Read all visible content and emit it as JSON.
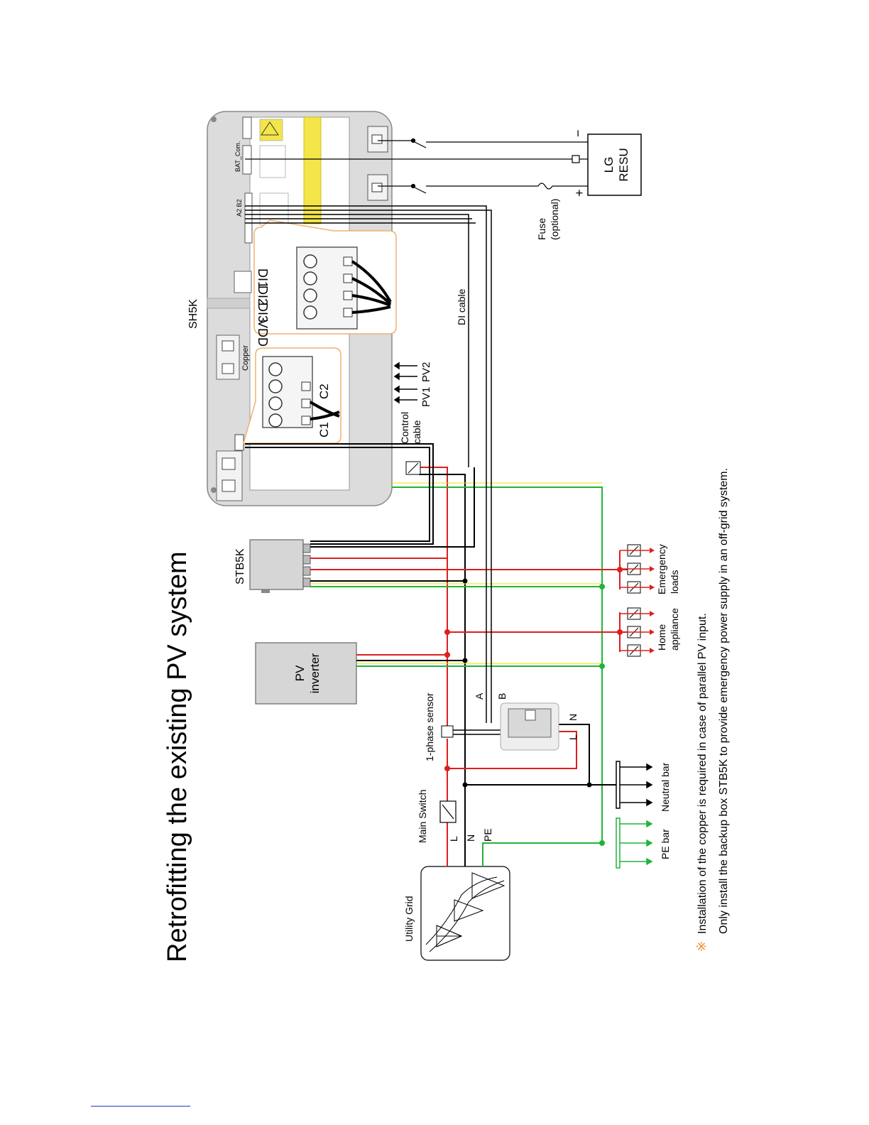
{
  "title": "Retrofitting the existing PV system",
  "labels": {
    "sh5k": "SH5K",
    "stb5k": "STB5K",
    "pv_inverter_l1": "PV",
    "pv_inverter_l2": "inverter",
    "utility_grid": "Utility Grid",
    "main_switch": "Main Switch",
    "one_phase_sensor": "1-phase sensor",
    "line_L": "L",
    "line_N": "N",
    "line_PE": "PE",
    "pe_bar": "PE bar",
    "neutral_bar": "Neutral bar",
    "home_appliance_l1": "Home",
    "home_appliance_l2": "appliance",
    "emergency_loads_l1": "Emergency",
    "emergency_loads_l2": "loads",
    "control_cable_l1": "Control",
    "control_cable_l2": "cable",
    "di_cable": "DI cable",
    "pv1": "PV1",
    "pv2": "PV2",
    "copper": "Copper",
    "c1": "C1",
    "c2": "C2",
    "vdd": "VDD",
    "di3": "DI3",
    "di2": "DI2",
    "di1": "DI1",
    "bat_com": "BAT_Com.",
    "a2b2": "A2  B2",
    "meter_A": "A",
    "meter_B": "B",
    "meter_L": "L",
    "meter_N": "N",
    "lg_resu_l1": "LG",
    "lg_resu_l2": "RESU",
    "minus": "−",
    "plus": "+",
    "fuse_l1": "Fuse",
    "fuse_l2": "(optional)"
  },
  "notes": {
    "mark": "※",
    "line1": "Installation of the copper  is required in case of parallel  PV input.",
    "line2": "Only install the backup box STB5K to provide emergency power supply in an off-grid system."
  },
  "colors": {
    "live": "#e01e1e",
    "neutral": "#000000",
    "pe": "#22b33a",
    "pe_yellow": "#e6e600",
    "note_mark": "#f08a24",
    "device_gray": "#d6d6d6",
    "device_stroke": "#666666",
    "callout_orange": "#f0b070",
    "warning_yellow": "#f3e54a"
  }
}
